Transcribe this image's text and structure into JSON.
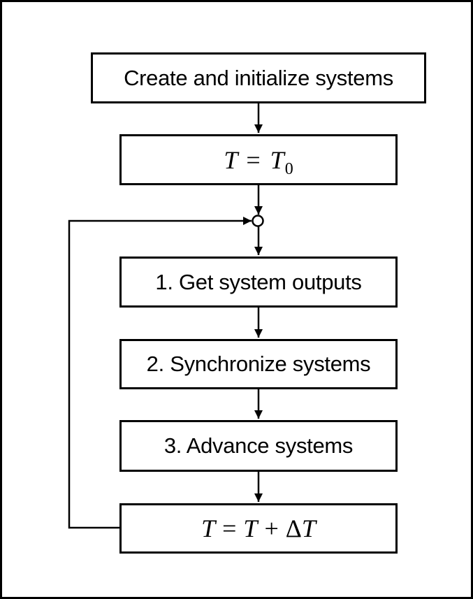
{
  "diagram": {
    "type": "flowchart",
    "boxes": [
      {
        "id": "create",
        "label": "Create and initialize systems"
      },
      {
        "id": "t-init",
        "math": {
          "t1": "T",
          "eq": "=",
          "t2": "T",
          "sub": "0"
        }
      },
      {
        "id": "get",
        "label": "1. Get system outputs"
      },
      {
        "id": "sync",
        "label": "2. Synchronize systems"
      },
      {
        "id": "advance",
        "label": "3. Advance systems"
      },
      {
        "id": "t-inc",
        "math": {
          "t1": "T",
          "eq": "=",
          "t2": "T",
          "plus": "+",
          "delta": "Δ",
          "t3": "T"
        }
      }
    ],
    "junction": {
      "shape": "circle",
      "meaning": "loop-join-point"
    },
    "flow": [
      "create -> t-init",
      "t-init -> junction",
      "junction -> get",
      "get -> sync",
      "sync -> advance",
      "advance -> t-inc",
      "t-inc -> junction (feedback loop)"
    ],
    "colors": {
      "line": "#000000",
      "text": "#000000",
      "box_fill": "#ffffff",
      "background": "#ffffff"
    }
  }
}
